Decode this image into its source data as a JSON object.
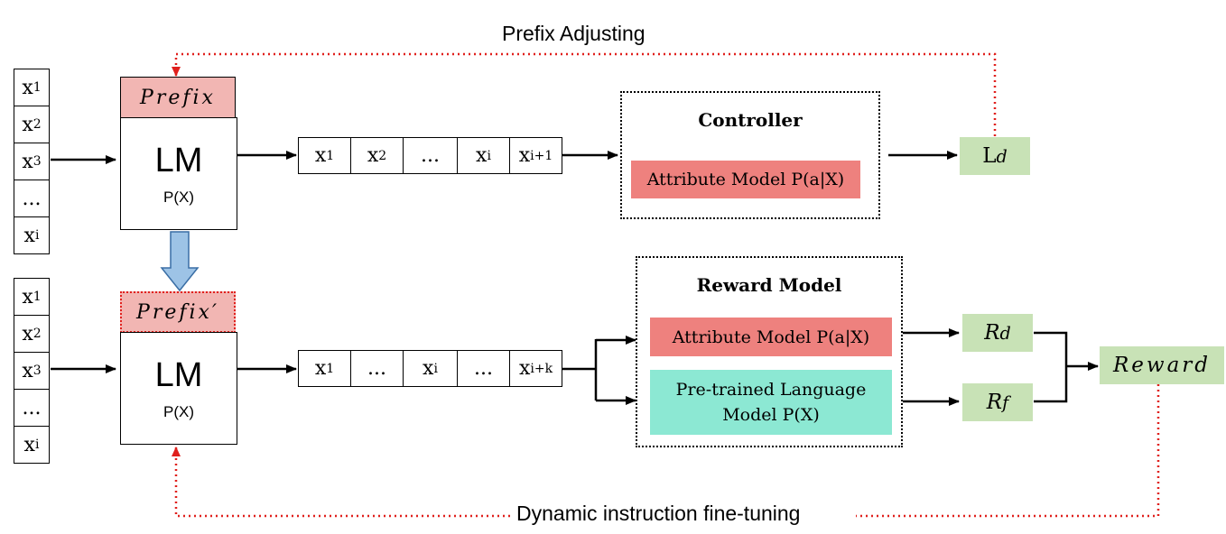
{
  "labels": {
    "prefix_adjusting": "Prefix Adjusting",
    "dynamic_finetuning": "Dynamic instruction fine-tuning"
  },
  "top": {
    "inputs": [
      {
        "base": "x",
        "sub": "1"
      },
      {
        "base": "x",
        "sub": "2"
      },
      {
        "base": "x",
        "sub": "3"
      },
      {
        "base": "...",
        "sub": ""
      },
      {
        "base": "x",
        "sub": "i"
      }
    ],
    "prefix": "Prefix",
    "lm_title": "LM",
    "lm_sub": "P(X)",
    "sequence": [
      {
        "base": "x",
        "sub": "1"
      },
      {
        "base": "x",
        "sub": "2"
      },
      {
        "base": "...",
        "sub": ""
      },
      {
        "base": "x",
        "sub": "i"
      },
      {
        "base": "x",
        "sub": "i+1"
      }
    ],
    "controller_title": "Controller",
    "attribute_model": "Attribute Model P(a|X)",
    "loss": {
      "base": "L",
      "sub": "d"
    }
  },
  "bottom": {
    "inputs": [
      {
        "base": "x",
        "sub": "1"
      },
      {
        "base": "x",
        "sub": "2"
      },
      {
        "base": "x",
        "sub": "3"
      },
      {
        "base": "...",
        "sub": ""
      },
      {
        "base": "x",
        "sub": "i"
      }
    ],
    "prefix": "Prefix′",
    "lm_title": "LM",
    "lm_sub": "P(X)",
    "sequence": [
      {
        "base": "x",
        "sub": "1"
      },
      {
        "base": "...",
        "sub": ""
      },
      {
        "base": "x",
        "sub": "i"
      },
      {
        "base": "...",
        "sub": ""
      },
      {
        "base": "x",
        "sub": "i+k"
      }
    ],
    "reward_model_title": "Reward Model",
    "attribute_model": "Attribute Model P(a|X)",
    "plm_line1": "Pre-trained Language",
    "plm_line2": "Model P(X)",
    "rd": {
      "base": "R",
      "sub": "d"
    },
    "rf": {
      "base": "R",
      "sub": "f"
    },
    "reward": "Reward"
  },
  "colors": {
    "prefix_fill": "#f2b6b3",
    "attribute_fill": "#ee817e",
    "plm_fill": "#8ce8d3",
    "output_fill": "#c8e2b6",
    "feedback": "#e0201d",
    "down_arrow": "#9dc3e6"
  }
}
